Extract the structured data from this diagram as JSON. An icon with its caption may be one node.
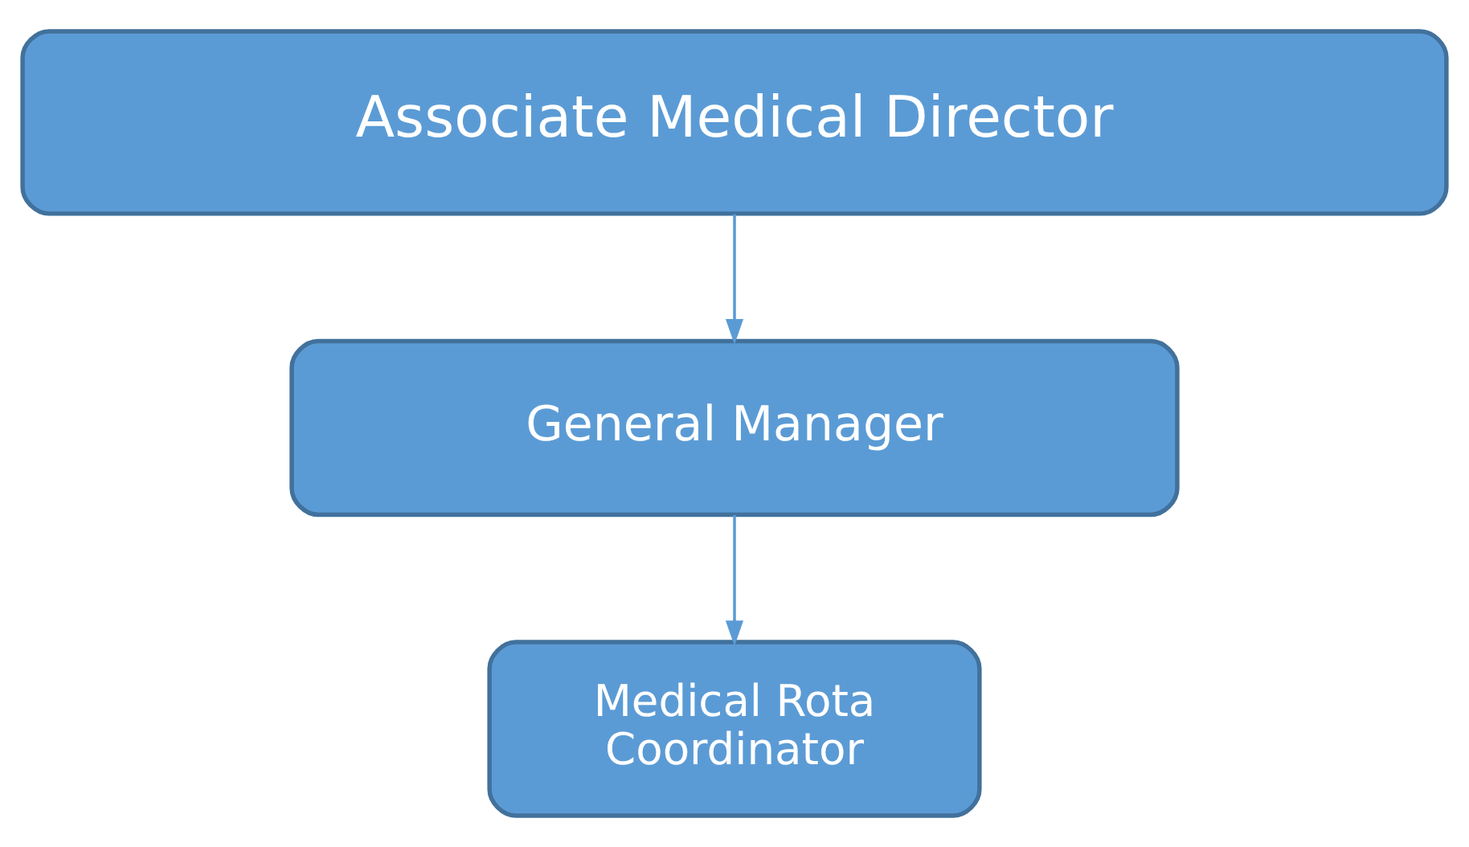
{
  "diagram": {
    "nodes": [
      {
        "text": [
          "Associate Medical Director"
        ]
      },
      {
        "text": [
          "General Manager"
        ]
      },
      {
        "text": [
          "Medical Rota Coordinator"
        ]
      }
    ],
    "edges": [
      {
        "from": 0,
        "to": 1,
        "arrow": "to"
      },
      {
        "from": 1,
        "to": 2,
        "arrow": "to"
      }
    ]
  }
}
